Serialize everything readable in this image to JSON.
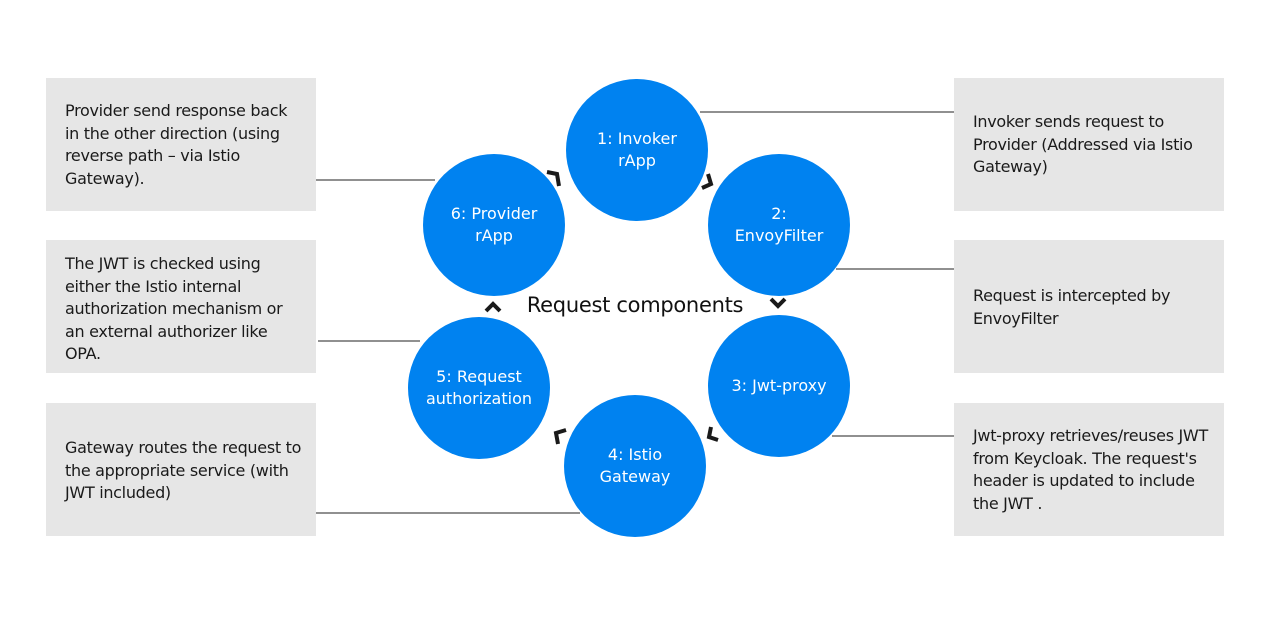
{
  "center_label": "Request components",
  "accent_color": "#0082f0",
  "steps": [
    {
      "label": "1: Invoker\nrApp"
    },
    {
      "label": "2:\nEnvoyFilter"
    },
    {
      "label": "3: Jwt-proxy"
    },
    {
      "label": "4: Istio\nGateway"
    },
    {
      "label": "5: Request\nauthorization"
    },
    {
      "label": "6: Provider\nrApp"
    }
  ],
  "notes_right": [
    "Invoker sends request to Provider (Addressed via Istio Gateway)",
    "Request is intercepted by EnvoyFilter",
    "Jwt-proxy retrieves/reuses JWT from Keycloak. The request's header is updated to include the JWT ."
  ],
  "notes_left": [
    "Provider send response back in the other direction (using reverse path – via Istio Gateway).",
    "The JWT is checked using either the Istio internal authorization mechanism or an external authorizer like OPA.",
    "Gateway routes the request to the appropriate service (with JWT included)"
  ]
}
